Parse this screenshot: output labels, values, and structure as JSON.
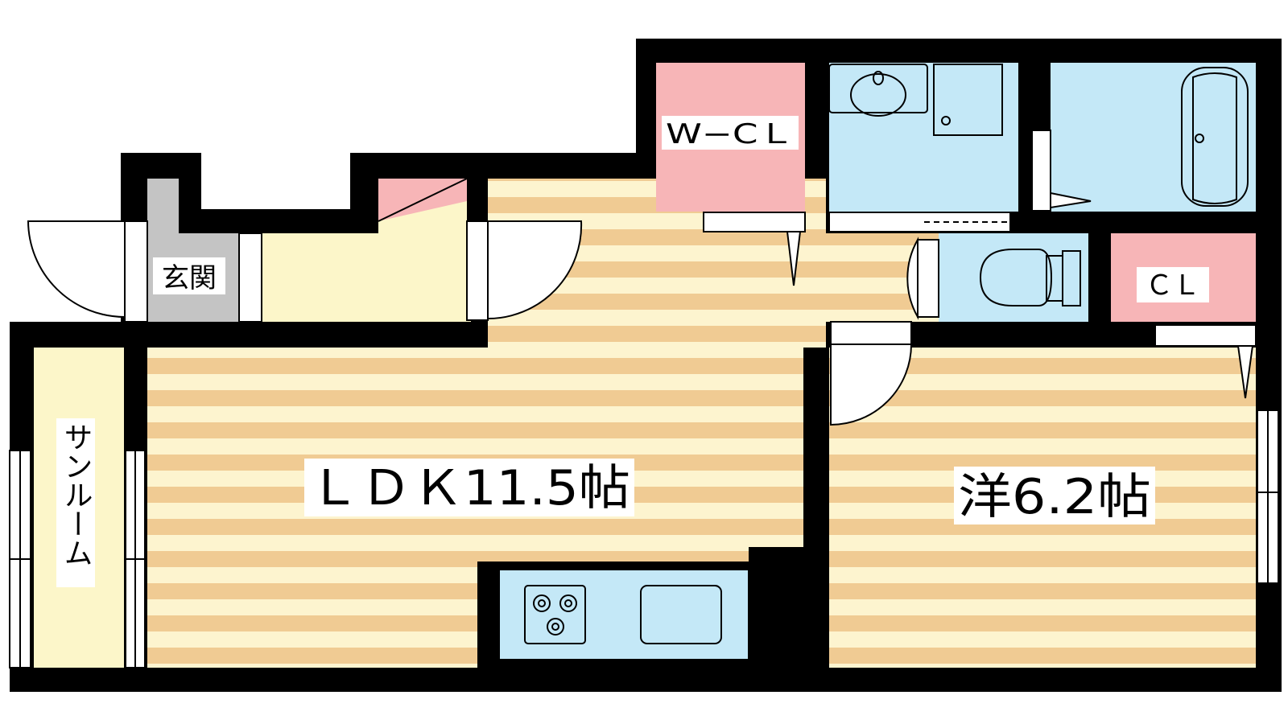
{
  "rooms": {
    "wcl": "W−CＬ",
    "genkan": "玄関",
    "cl": "ＣＬ",
    "sunroom": "サンルーム",
    "ldk": "ＬＤＫ11.5帖",
    "western": "洋6.2帖"
  },
  "colors": {
    "wall": "#000000",
    "floor_stripe_light": "#fdf4cf",
    "floor_stripe_dark": "#f0cb93",
    "closet_pink": "#f7b5b7",
    "wet_blue": "#c4e8f7",
    "cream": "#fcf6c9",
    "entry_gray": "#c4c4c4",
    "white": "#ffffff"
  }
}
